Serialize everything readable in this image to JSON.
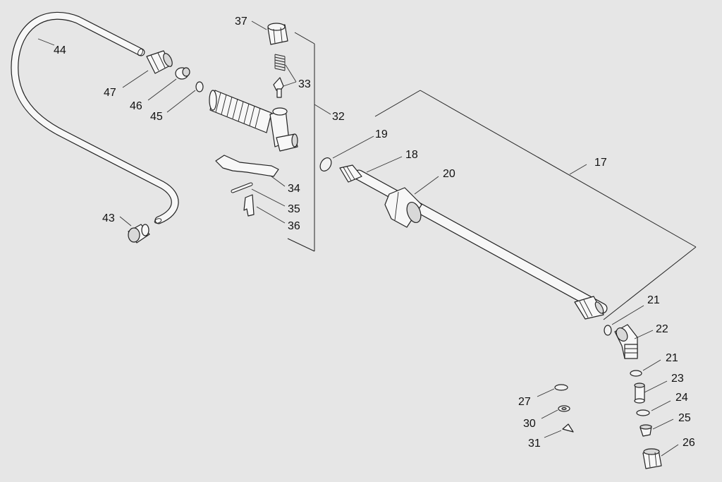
{
  "diagram": {
    "background": "#e6e6e6",
    "line_color": "#222222",
    "labels": {
      "p17": "17",
      "p18": "18",
      "p19": "19",
      "p20": "20",
      "p21a": "21",
      "p21b": "21",
      "p22": "22",
      "p23": "23",
      "p24": "24",
      "p25": "25",
      "p26": "26",
      "p27": "27",
      "p30": "30",
      "p31": "31",
      "p32": "32",
      "p33": "33",
      "p34": "34",
      "p35": "35",
      "p36": "36",
      "p37": "37",
      "p43": "43",
      "p44": "44",
      "p45": "45",
      "p46": "46",
      "p47": "47"
    }
  }
}
